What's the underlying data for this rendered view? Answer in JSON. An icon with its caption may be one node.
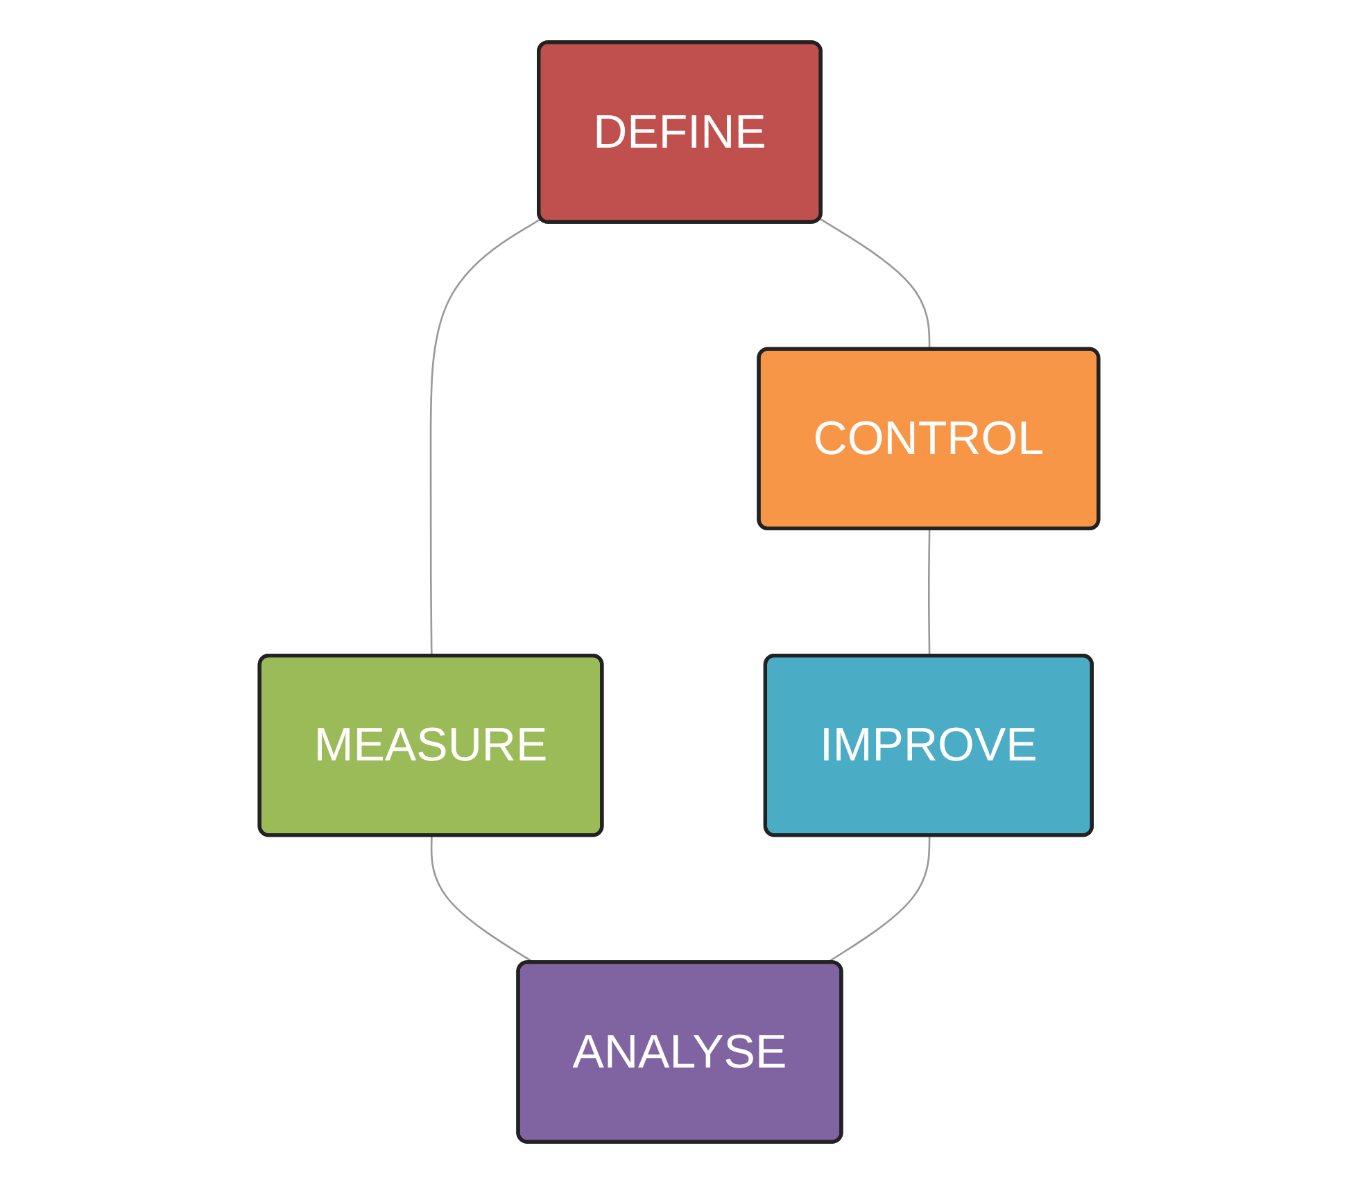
{
  "diagram": {
    "nodes": [
      {
        "text": [
          "DEFINE"
        ]
      },
      {
        "text": [
          "CONTROL"
        ]
      },
      {
        "text": [
          "MEASURE"
        ]
      },
      {
        "text": [
          "IMPROVE"
        ]
      },
      {
        "text": [
          "ANALYSE"
        ]
      }
    ],
    "edges": [
      {
        "from": 0,
        "to": 2,
        "arrow": "none"
      },
      {
        "from": 2,
        "to": 4,
        "arrow": "none"
      },
      {
        "from": 3,
        "to": 4,
        "arrow": "none"
      },
      {
        "from": 1,
        "to": 3,
        "arrow": "none"
      },
      {
        "from": 0,
        "to": 1,
        "arrow": "none"
      }
    ]
  }
}
